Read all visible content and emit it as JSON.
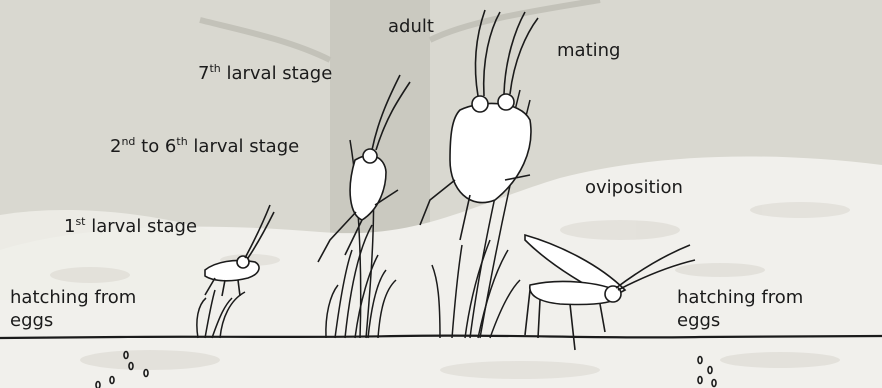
{
  "labels": {
    "adult": "adult",
    "mating": "mating",
    "stage7": {
      "num": "7",
      "sup": "th",
      "rest": " larval stage"
    },
    "stage2to6": {
      "num1": "2",
      "sup1": "nd",
      "mid": " to 6",
      "sup2": "th",
      "rest": " larval stage"
    },
    "stage1": {
      "num": "1",
      "sup": "st",
      "rest": " larval stage"
    },
    "oviposition": "oviposition",
    "hatching_left": {
      "line1": "hatching from",
      "line2": "eggs"
    },
    "hatching_right": {
      "line1": "hatching from",
      "line2": "eggs"
    }
  },
  "colors": {
    "background_grey": "#d9d8d0",
    "snow_white": "#f3f2ee",
    "ink": "#1b1b1b",
    "tree_trunk": "#c9c8bf"
  }
}
